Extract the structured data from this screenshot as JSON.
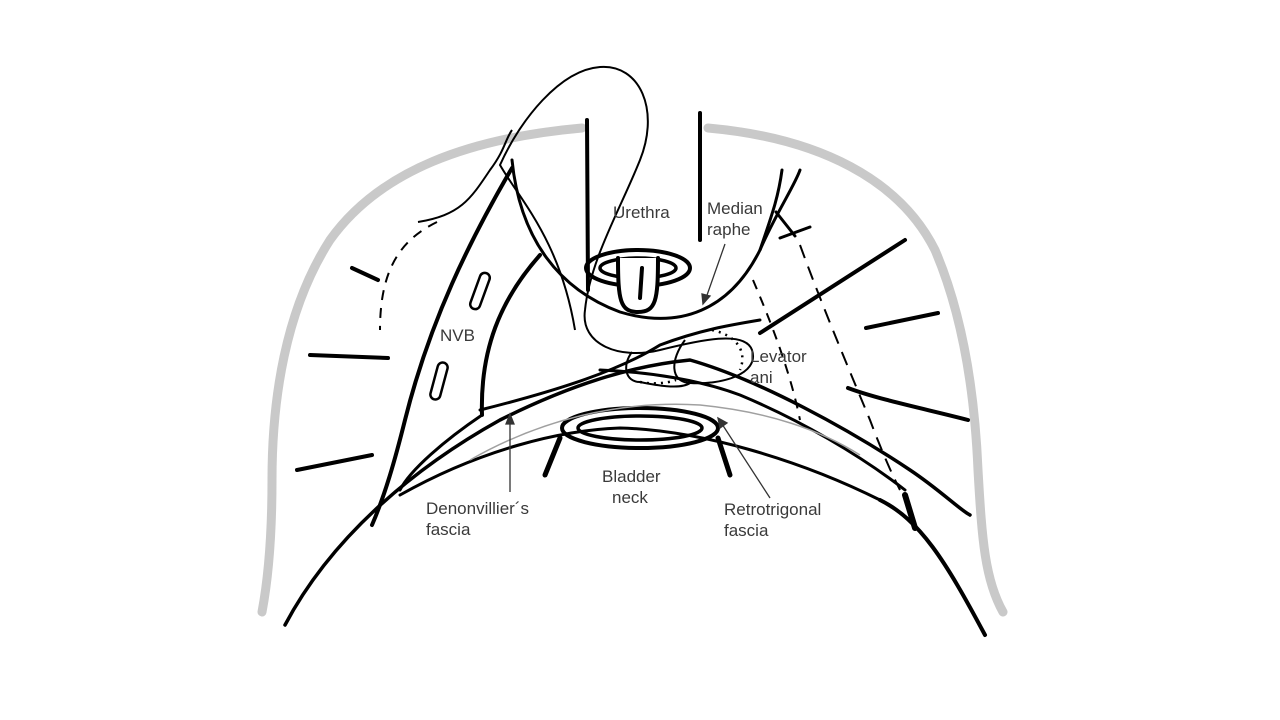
{
  "diagram": {
    "subject": "Anatomical line drawing of pelvic floor / bladder neck anastomosis region",
    "colors": {
      "background": "#ffffff",
      "line": "#000000",
      "outline_band": "#c8c8c8",
      "fascia_thin": "#a0a0a0",
      "label_text": "#3a3a3a"
    },
    "labels": {
      "urethra": {
        "line1": "Urethra"
      },
      "median_raphe": {
        "line1": "Median",
        "line2": "raphe"
      },
      "nvb": {
        "line1": "NVB"
      },
      "levator_ani": {
        "line1": "Levator",
        "line2": "ani"
      },
      "bladder_neck": {
        "line1": "Bladder",
        "line2": "neck"
      },
      "denonvilliers_fascia": {
        "line1": "Denonvillier´s",
        "line2": "fascia"
      },
      "retrotrigonal_fascia": {
        "line1": "Retrotrigonal",
        "line2": "fascia"
      }
    }
  }
}
